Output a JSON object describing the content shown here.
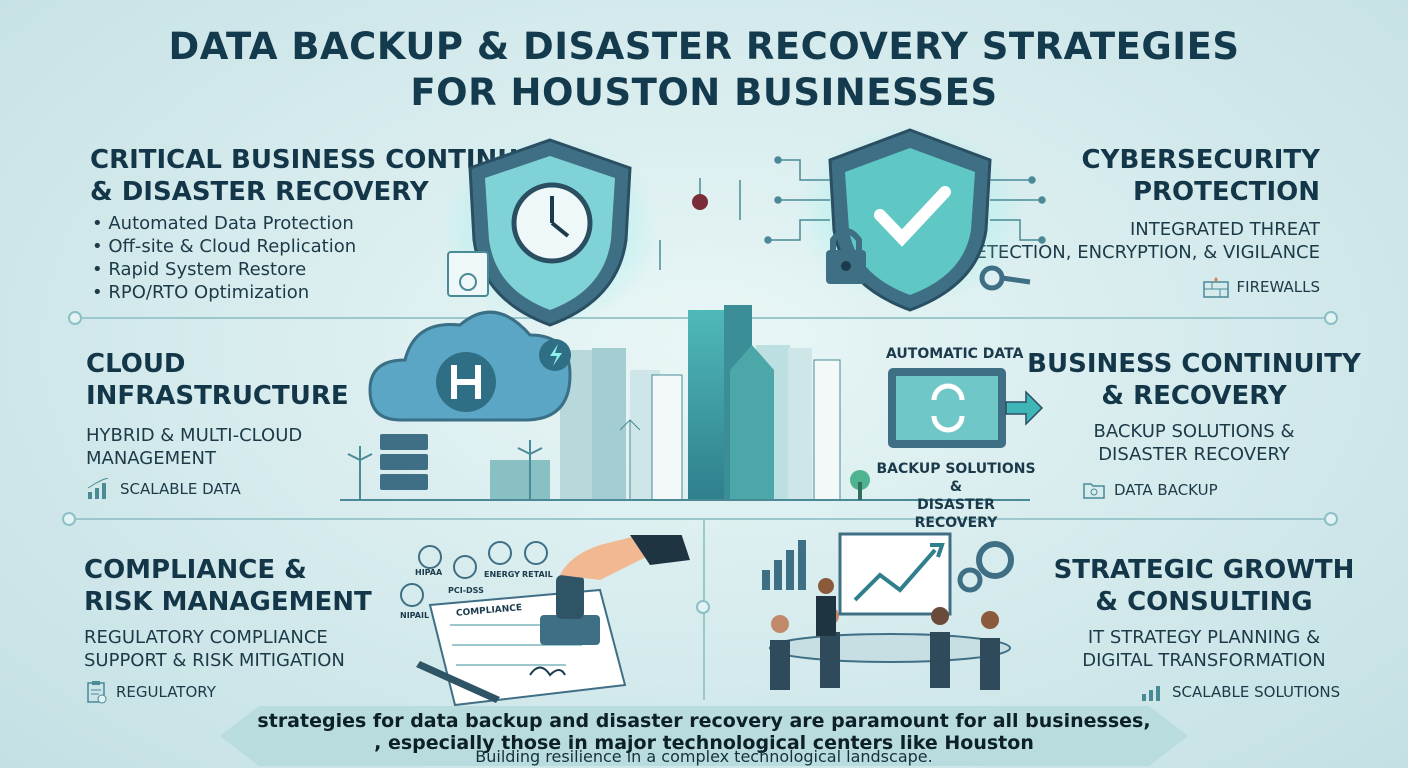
{
  "title_line1": "DATA BACKUP & DISASTER RECOVERY STRATEGIES",
  "title_line2": "FOR HOUSTON BUSINESSES",
  "continuity": {
    "heading1": "CRITICAL BUSINESS CONTINUITY",
    "heading2": "& DISASTER RECOVERY",
    "bullets": [
      "Automated Data Protection",
      "Off-site & Cloud Replication",
      "Rapid System Restore",
      "RPO/RTO Optimization"
    ]
  },
  "cyber": {
    "heading1": "CYBERSECURITY",
    "heading2": "PROTECTION",
    "sub1": "INTEGRATED THREAT",
    "sub2": "DETECTION, ENCRYPTION, & VIGILANCE",
    "tag": "FIREWALLS"
  },
  "cloud": {
    "heading1": "CLOUD",
    "heading2": "INFRASTRUCTURE",
    "sub1": "HYBRID & MULTI-CLOUD",
    "sub2": "MANAGEMENT",
    "tag": "SCALABLE DATA"
  },
  "center": {
    "auto_label": "AUTOMATIC DATA",
    "backup_label1": "BACKUP SOLUTIONS &",
    "backup_label2": "DISASTER RECOVERY"
  },
  "recovery": {
    "heading1": "BUSINESS CONTINUITY",
    "heading2": "& RECOVERY",
    "sub1": "BACKUP SOLUTIONS &",
    "sub2": "DISASTER RECOVERY",
    "tag": "DATA BACKUP"
  },
  "compliance": {
    "heading1": "COMPLIANCE &",
    "heading2": "RISK MANAGEMENT",
    "sub1": "REGULATORY COMPLIANCE",
    "sub2": "SUPPORT & RISK MITIGATION",
    "tag": "REGULATORY",
    "badges": [
      "HIPAA",
      "PCI-DSS",
      "ENERGY",
      "RETAIL",
      "NIPAIL"
    ],
    "doc_label": "COMPLIANCE"
  },
  "growth": {
    "heading1": "STRATEGIC GROWTH",
    "heading2": "& CONSULTING",
    "sub1": "IT STRATEGY PLANNING &",
    "sub2": "DIGITAL TRANSFORMATION",
    "tag": "SCALABLE SOLUTIONS"
  },
  "footer": {
    "line1": "strategies for data backup and disaster recovery are paramount for all businesses,",
    "line2": ", especially those in major technological centers like Houston",
    "line3": "Building resilience in a complex technological landscape."
  },
  "colors": {
    "accent": "#3fc2c0",
    "navy": "#133a4d",
    "shield": "#3f6f85"
  }
}
